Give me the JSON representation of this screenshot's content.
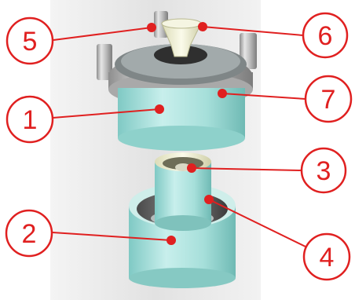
{
  "colors": {
    "callout": "#e02020",
    "background": "#ececec",
    "teal": "#a8e0dc",
    "metal": "#c9c9c9"
  },
  "callouts": [
    {
      "id": "1",
      "label": "1"
    },
    {
      "id": "2",
      "label": "2"
    },
    {
      "id": "3",
      "label": "3"
    },
    {
      "id": "4",
      "label": "4"
    },
    {
      "id": "5",
      "label": "5"
    },
    {
      "id": "6",
      "label": "6"
    },
    {
      "id": "7",
      "label": "7"
    }
  ]
}
